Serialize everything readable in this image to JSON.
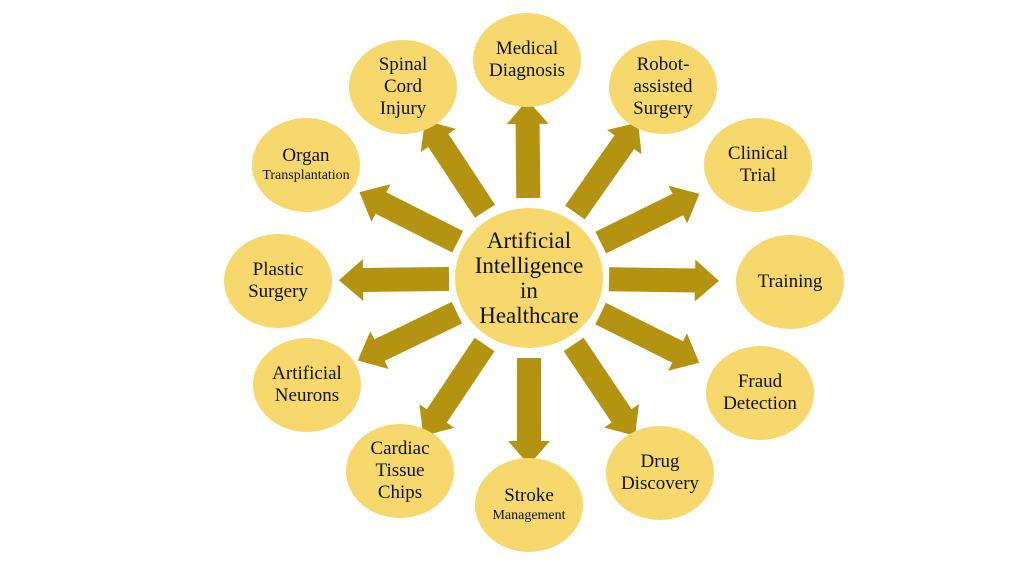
{
  "colors": {
    "circle_fill": "#f6d86d",
    "arrow_fill": "#b3930f"
  },
  "center": {
    "lines": [
      "Artificial",
      "Intelligence",
      "in",
      "Healthcare"
    ]
  },
  "nodes": [
    {
      "lines": [
        "Medical",
        "Diagnosis"
      ],
      "small": []
    },
    {
      "lines": [
        "Robot-",
        "assisted",
        "Surgery"
      ],
      "small": []
    },
    {
      "lines": [
        "Clinical",
        "Trial"
      ],
      "small": []
    },
    {
      "lines": [
        "Training"
      ],
      "small": []
    },
    {
      "lines": [
        "Fraud",
        "Detection"
      ],
      "small": []
    },
    {
      "lines": [
        "Drug",
        "Discovery"
      ],
      "small": []
    },
    {
      "lines": [
        "Stroke",
        "Management"
      ],
      "small": [
        1
      ]
    },
    {
      "lines": [
        "Cardiac",
        "Tissue",
        "Chips"
      ],
      "small": []
    },
    {
      "lines": [
        "Artificial",
        "Neurons"
      ],
      "small": []
    },
    {
      "lines": [
        "Plastic",
        "Surgery"
      ],
      "small": []
    },
    {
      "lines": [
        "Organ",
        "Transplantation"
      ],
      "small": [
        1
      ]
    },
    {
      "lines": [
        "Spinal",
        "Cord",
        "Injury"
      ],
      "small": []
    }
  ]
}
